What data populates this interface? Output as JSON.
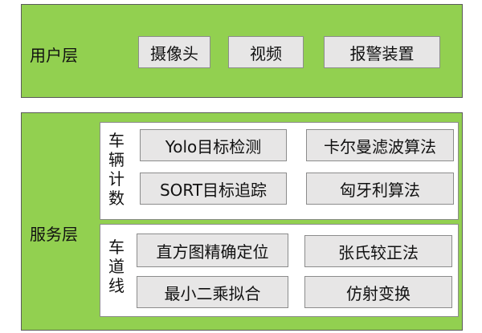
{
  "user_layer": {
    "label": "用户层",
    "items": [
      "摄像头",
      "视频",
      "报警装置"
    ]
  },
  "service_layer": {
    "label": "服务层",
    "vehicle_counting": {
      "label": "车辆计数",
      "items": [
        "Yolo目标检测",
        "卡尔曼滤波算法",
        "SORT目标追踪",
        "匈牙利算法"
      ]
    },
    "lane_line": {
      "label": "车道线",
      "items": [
        "直方图精确定位",
        "张氏较正法",
        "最小二乘拟合",
        "仿射变换"
      ]
    }
  },
  "colors": {
    "layer_fill": "#92d050",
    "box_fill": "#e7e6e6",
    "panel_fill": "#ffffff"
  }
}
